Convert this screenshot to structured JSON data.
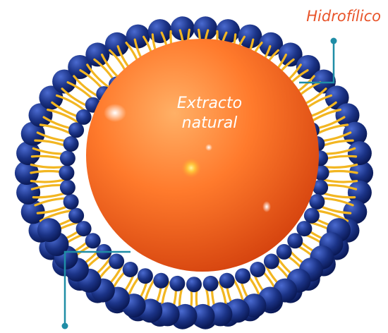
{
  "labels": {
    "hydrophilic": "Hidrofílico",
    "core_line1": "Extracto",
    "core_line2": "natural"
  },
  "colors": {
    "accent": "#e8542a",
    "callout_line": "#1f8da6",
    "head_dark": "#0b1e5c",
    "head_light": "#3a5ab8",
    "tail": "#f2b621",
    "core_light": "#ffb066",
    "core_dark": "#e24a12"
  }
}
